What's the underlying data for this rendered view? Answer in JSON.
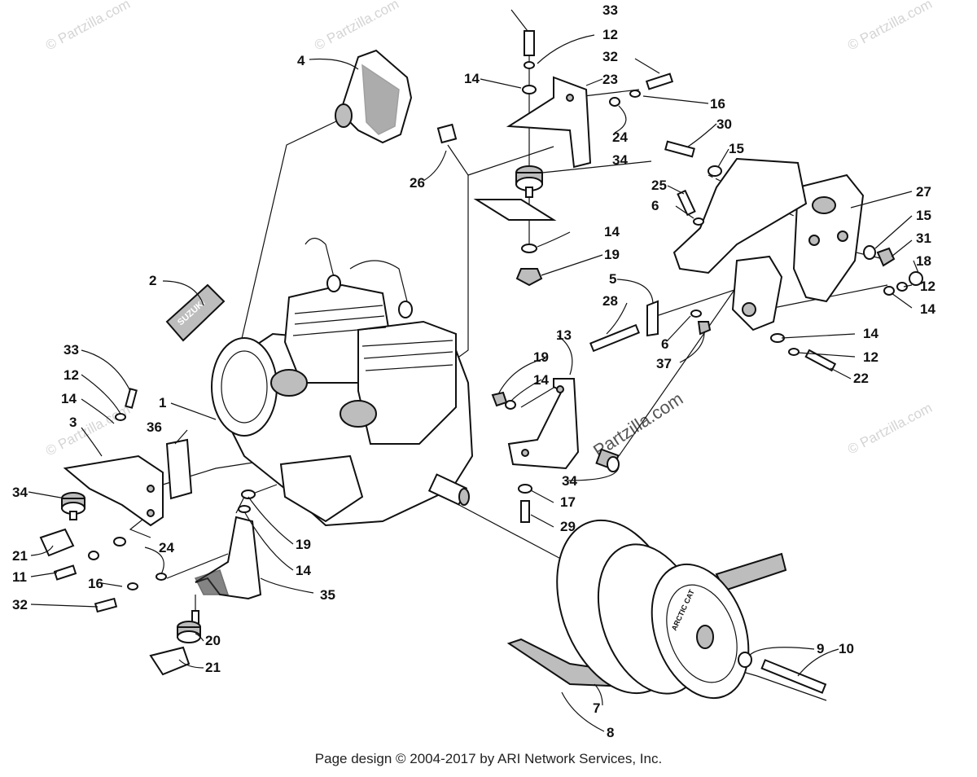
{
  "footer": "Page design © 2004-2017 by ARI Network Services, Inc.",
  "watermark_main": "Partzilla.com",
  "watermark_corner": "© Partzilla.com",
  "engine_brand": "SUZUKI",
  "clutch_brand": "ARCTIC CAT",
  "callouts": [
    {
      "label": "1"
    },
    {
      "label": "2"
    },
    {
      "label": "3"
    },
    {
      "label": "4"
    },
    {
      "label": "5"
    },
    {
      "label": "6"
    },
    {
      "label": "6"
    },
    {
      "label": "7"
    },
    {
      "label": "8"
    },
    {
      "label": "9"
    },
    {
      "label": "10"
    },
    {
      "label": "11"
    },
    {
      "label": "12"
    },
    {
      "label": "12"
    },
    {
      "label": "12"
    },
    {
      "label": "12"
    },
    {
      "label": "13"
    },
    {
      "label": "14"
    },
    {
      "label": "14"
    },
    {
      "label": "14"
    },
    {
      "label": "14"
    },
    {
      "label": "14"
    },
    {
      "label": "14"
    },
    {
      "label": "14"
    },
    {
      "label": "15"
    },
    {
      "label": "15"
    },
    {
      "label": "16"
    },
    {
      "label": "16"
    },
    {
      "label": "17"
    },
    {
      "label": "18"
    },
    {
      "label": "19"
    },
    {
      "label": "19"
    },
    {
      "label": "19"
    },
    {
      "label": "20"
    },
    {
      "label": "21"
    },
    {
      "label": "21"
    },
    {
      "label": "22"
    },
    {
      "label": "23"
    },
    {
      "label": "24"
    },
    {
      "label": "24"
    },
    {
      "label": "25"
    },
    {
      "label": "26"
    },
    {
      "label": "27"
    },
    {
      "label": "28"
    },
    {
      "label": "29"
    },
    {
      "label": "30"
    },
    {
      "label": "31"
    },
    {
      "label": "32"
    },
    {
      "label": "32"
    },
    {
      "label": "33"
    },
    {
      "label": "33"
    },
    {
      "label": "34"
    },
    {
      "label": "34"
    },
    {
      "label": "34"
    },
    {
      "label": "35"
    },
    {
      "label": "36"
    },
    {
      "label": "37"
    }
  ]
}
